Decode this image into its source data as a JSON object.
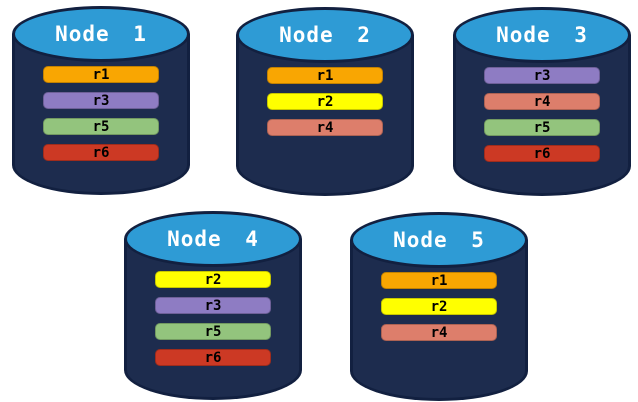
{
  "diagram": {
    "nodes": [
      {
        "label": "Node 1",
        "replicas": [
          "r1",
          "r3",
          "r5",
          "r6"
        ]
      },
      {
        "label": "Node 2",
        "replicas": [
          "r1",
          "r2",
          "r4"
        ]
      },
      {
        "label": "Node 3",
        "replicas": [
          "r3",
          "r4",
          "r5",
          "r6"
        ]
      },
      {
        "label": "Node 4",
        "replicas": [
          "r2",
          "r3",
          "r5",
          "r6"
        ]
      },
      {
        "label": "Node 5",
        "replicas": [
          "r1",
          "r2",
          "r4"
        ]
      }
    ],
    "replica_colors": {
      "r1": "#F9A602",
      "r2": "#FFFF00",
      "r3": "#8E7CC3",
      "r4": "#DD7E6B",
      "r5": "#93C47D",
      "r6": "#CC3924"
    },
    "colors": {
      "background": "#FFFFFF",
      "cylinder_body": "#1D2C4E",
      "cylinder_outline": "#122040",
      "cylinder_top": "#2E9BD5",
      "title_text": "#FFFFFF",
      "bar_text": "#000000"
    }
  }
}
